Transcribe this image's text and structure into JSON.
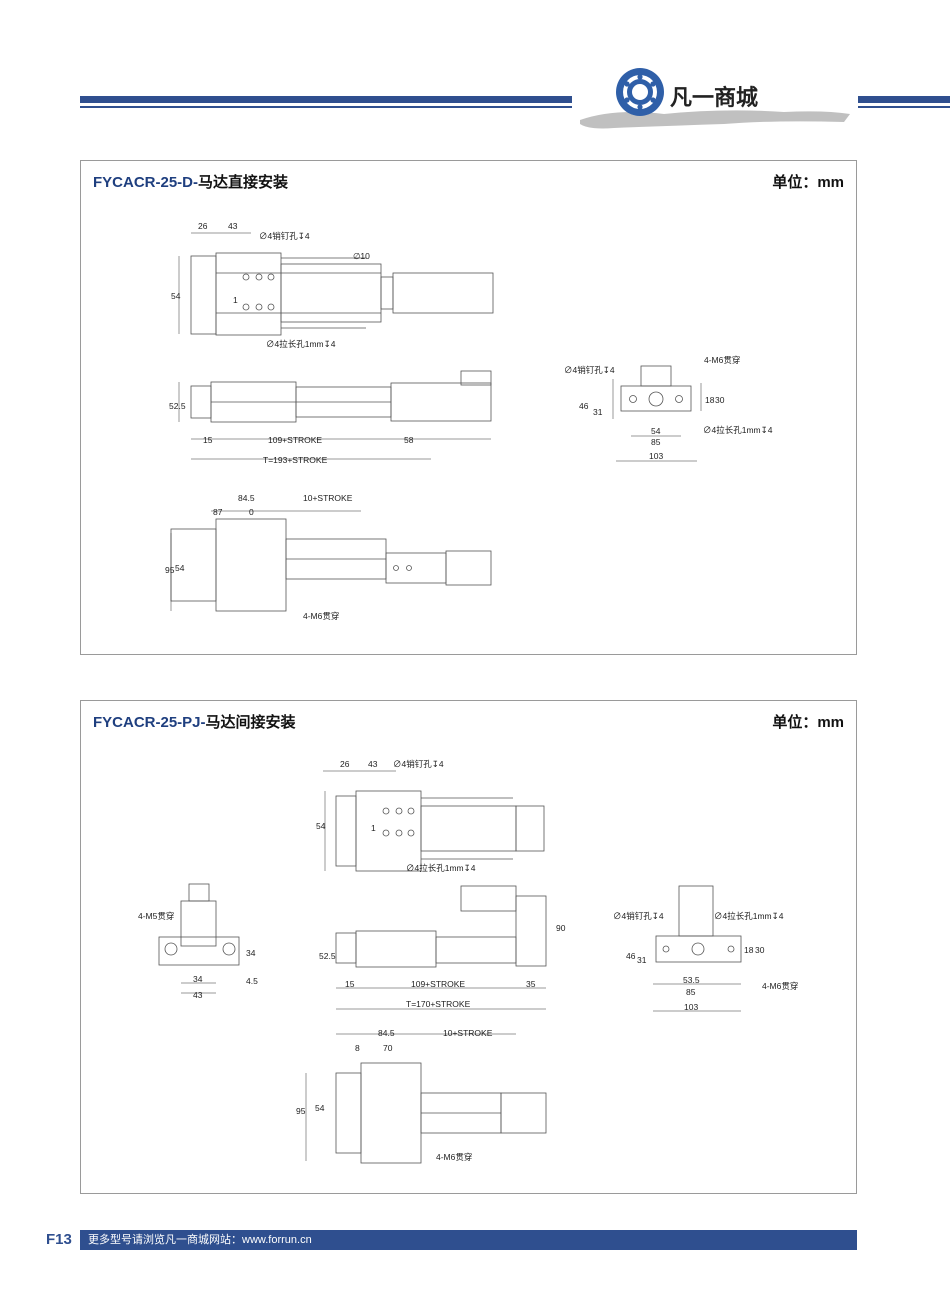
{
  "header": {
    "brand_cn": "凡一商城",
    "logo_icon": "bearing-ring-icon",
    "accent_color": "#2f4f8f"
  },
  "sections": [
    {
      "model_code": "FYCACR-25-D-",
      "install_type": "马达直接安装",
      "unit": "单位：mm",
      "dims": {
        "top_26": "26",
        "top_43": "43",
        "pin_hole": "∅4销钉孔↧4",
        "dia_10": "∅10",
        "h_54": "54",
        "one": "1",
        "slot_hole": "∅4拉长孔1mm↧4",
        "h_52_5": "52.5",
        "w_15": "15",
        "w_109": "109+STROKE",
        "w_58": "58",
        "total": "T=193+STROKE",
        "w_84_5": "84.5",
        "w_10s": "10+STROKE",
        "w_87": "87",
        "zero": "0",
        "h_95": "95",
        "h_54b": "54",
        "m6_b": "4-M6贯穿",
        "end_pin": "∅4销钉孔↧4",
        "end_m6": "4-M6贯穿",
        "end_46": "46",
        "end_31": "31",
        "end_18": "18",
        "end_30": "30",
        "end_slot": "∅4拉长孔1mm↧4",
        "end_54": "54",
        "end_85": "85",
        "end_103": "103"
      }
    },
    {
      "model_code": "FYCACR-25-PJ-",
      "install_type": "马达间接安装",
      "unit": "单位：mm",
      "dims": {
        "top_26": "26",
        "top_43": "43",
        "pin_hole": "∅4销钉孔↧4",
        "h_54": "54",
        "one": "1",
        "slot_hole": "∅4拉长孔1mm↧4",
        "m5": "4-M5贯穿",
        "l_34": "34",
        "l_43": "43",
        "l_34v": "34",
        "l_4_5": "4.5",
        "h_52_5": "52.5",
        "h_90": "90",
        "w_15": "15",
        "w_109": "109+STROKE",
        "w_35": "35",
        "total": "T=170+STROKE",
        "end_pin": "∅4销钉孔↧4",
        "end_slot": "∅4拉长孔1mm↧4",
        "end_46": "46",
        "end_31": "31",
        "end_18": "18",
        "end_30": "30",
        "end_53_5": "53.5",
        "end_85": "85",
        "end_103": "103",
        "end_m6": "4-M6贯穿",
        "w_84_5": "84.5",
        "w_10s": "10+STROKE",
        "w_8": "8",
        "w_70": "70",
        "h_95": "95",
        "h_54b": "54",
        "m6_b": "4-M6贯穿"
      }
    }
  ],
  "footer": {
    "page_number": "F13",
    "text": "更多型号请浏览凡一商城网站：www.forrun.cn"
  }
}
